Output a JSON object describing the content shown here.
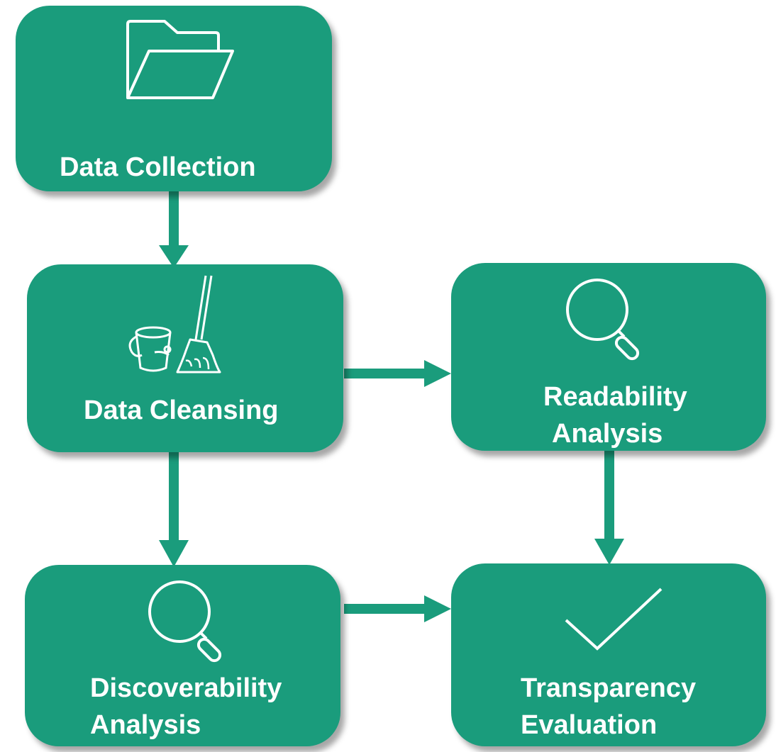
{
  "colors": {
    "node_fill": "#1a9c7c",
    "arrow": "#1a9c7c",
    "background": "#ffffff"
  },
  "nodes": {
    "data_collection": {
      "icon": "folder-icon",
      "lines": [
        "Data Collection"
      ]
    },
    "data_cleansing": {
      "icon": "bucket-broom-icon",
      "lines": [
        "Data Cleansing"
      ]
    },
    "readability_analysis": {
      "icon": "magnifier-icon",
      "lines": [
        "Readability",
        "Analysis"
      ]
    },
    "discoverability_analysis": {
      "icon": "magnifier-icon",
      "lines": [
        "Discoverability",
        "Analysis"
      ]
    },
    "transparency_evaluation": {
      "icon": "checkmark-icon",
      "lines": [
        "Transparency",
        "Evaluation"
      ]
    }
  },
  "edges": [
    {
      "from": "data_collection",
      "to": "data_cleansing"
    },
    {
      "from": "data_cleansing",
      "to": "readability_analysis"
    },
    {
      "from": "data_cleansing",
      "to": "discoverability_analysis"
    },
    {
      "from": "readability_analysis",
      "to": "transparency_evaluation"
    },
    {
      "from": "discoverability_analysis",
      "to": "transparency_evaluation"
    }
  ]
}
